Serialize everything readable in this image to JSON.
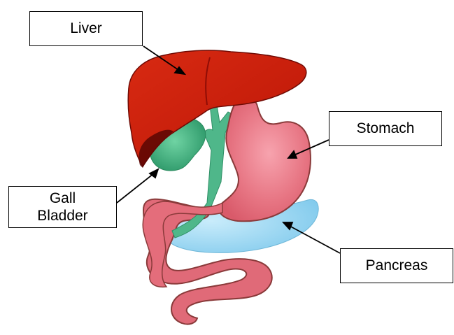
{
  "labels": {
    "liver": "Liver",
    "stomach": "Stomach",
    "gall_bladder_line1": "Gall",
    "gall_bladder_line2": "Bladder",
    "pancreas": "Pancreas"
  },
  "colors": {
    "liver": "#cc1f0a",
    "liver_dark": "#7d0a06",
    "gall_bladder": "#3fae7e",
    "intestine": "#e06a78",
    "intestine_outline": "#8a3a3a",
    "pancreas": "#9fd8f2",
    "label_border": "#000000"
  }
}
